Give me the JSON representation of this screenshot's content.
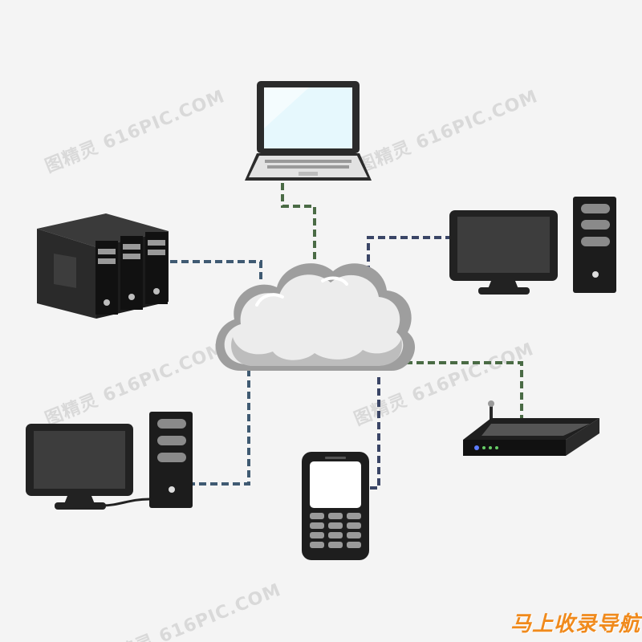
{
  "watermark": {
    "text": "图精灵 616PIC.COM"
  },
  "brand": {
    "text": "马上收录导航",
    "color": "#f08a1c"
  },
  "colors": {
    "background": "#f4f4f4",
    "link_green": "#4a6b45",
    "link_navy": "#3a4566",
    "link_slate": "#3f5a72",
    "device_dark": "#2a2a2a",
    "cloud_fill": "#ececec",
    "cloud_shade": "#a9a9a9",
    "screen_blue": "#e6f8fd"
  },
  "diagram": {
    "hub": {
      "id": "cloud",
      "icon": "cloud-icon"
    },
    "nodes": [
      {
        "id": "laptop",
        "icon": "laptop-icon"
      },
      {
        "id": "server-rack",
        "icon": "server-rack-icon"
      },
      {
        "id": "desktop-right",
        "icon": "desktop-computer-icon"
      },
      {
        "id": "router",
        "icon": "router-icon"
      },
      {
        "id": "mobile-phone",
        "icon": "mobile-phone-icon"
      },
      {
        "id": "desktop-left",
        "icon": "desktop-computer-icon"
      }
    ],
    "links": [
      {
        "from": "cloud",
        "to": "laptop",
        "color": "#4a6b45",
        "style": "dashed"
      },
      {
        "from": "cloud",
        "to": "server-rack",
        "color": "#3f5a72",
        "style": "dashed"
      },
      {
        "from": "cloud",
        "to": "desktop-right",
        "color": "#3a4566",
        "style": "dashed"
      },
      {
        "from": "cloud",
        "to": "router",
        "color": "#4a6b45",
        "style": "dashed"
      },
      {
        "from": "cloud",
        "to": "mobile-phone",
        "color": "#3a4566",
        "style": "dashed"
      },
      {
        "from": "cloud",
        "to": "desktop-left",
        "color": "#3f5a72",
        "style": "dashed"
      }
    ]
  }
}
